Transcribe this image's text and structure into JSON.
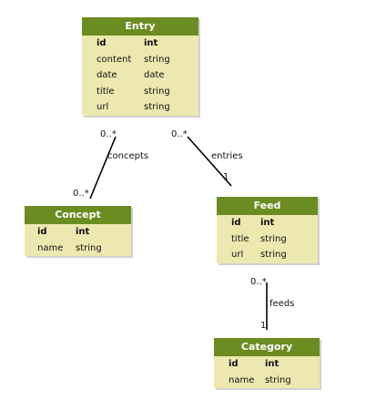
{
  "entities": {
    "entry": {
      "title": "Entry",
      "pk": {
        "name": "id",
        "type": "int"
      },
      "fields": [
        {
          "name": "content",
          "type": "string"
        },
        {
          "name": "date",
          "type": "date"
        },
        {
          "name": "title",
          "type": "string"
        },
        {
          "name": "url",
          "type": "string"
        }
      ]
    },
    "concept": {
      "title": "Concept",
      "pk": {
        "name": "id",
        "type": "int"
      },
      "fields": [
        {
          "name": "name",
          "type": "string"
        }
      ]
    },
    "feed": {
      "title": "Feed",
      "pk": {
        "name": "id",
        "type": "int"
      },
      "fields": [
        {
          "name": "title",
          "type": "string"
        },
        {
          "name": "url",
          "type": "string"
        }
      ]
    },
    "category": {
      "title": "Category",
      "pk": {
        "name": "id",
        "type": "int"
      },
      "fields": [
        {
          "name": "name",
          "type": "string"
        }
      ]
    }
  },
  "relations": {
    "entry_concepts": {
      "label": "concepts",
      "entry_multiplicity": "0..*",
      "concept_multiplicity": "0..*"
    },
    "entry_feed": {
      "label": "entries",
      "entry_multiplicity": "0..*",
      "feed_multiplicity": "1"
    },
    "feed_category": {
      "label": "feeds",
      "feed_multiplicity": "0..*",
      "category_multiplicity": "1"
    }
  },
  "colors": {
    "header": "#6b8c21",
    "body": "#ede8b0",
    "line": "#000000"
  }
}
